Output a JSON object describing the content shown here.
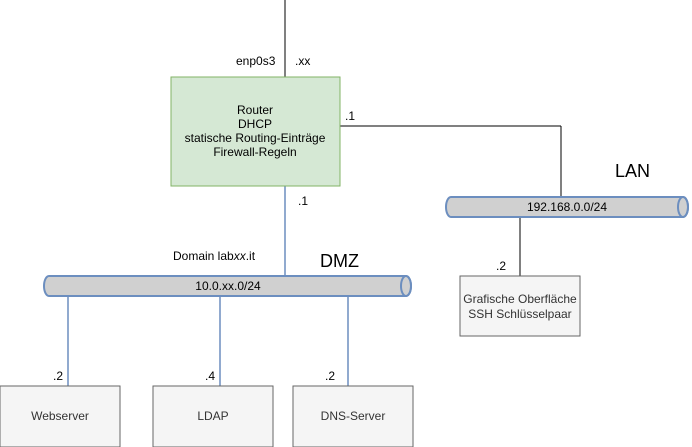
{
  "router": {
    "lines": [
      "Router",
      "DHCP",
      "statische Routing-Einträge",
      "Firewall-Regeln"
    ],
    "uplink_interface": "enp0s3",
    "uplink_address": ".xx",
    "lan_address": ".1",
    "dmz_address": ".1"
  },
  "lan": {
    "title": "LAN",
    "network": "192.168.0.0/24",
    "client_address": ".2",
    "client_lines": [
      "Grafische Oberfläche",
      "SSH Schlüsselpaar"
    ]
  },
  "dmz": {
    "title": "DMZ",
    "network": "10.0.xx.0/24",
    "domain_prefix": "Domain lab",
    "domain_var": "xx",
    "domain_suffix": ".it",
    "hosts": [
      {
        "address": ".2",
        "label": "Webserver"
      },
      {
        "address": ".4",
        "label": "LDAP"
      },
      {
        "address": ".2",
        "label": "DNS-Server"
      }
    ]
  },
  "colors": {
    "router_fill": "#d5e8d4",
    "router_stroke": "#82b366",
    "bus_fill": "#d0d0d0",
    "dmz_line": "#6c8ebf",
    "line": "#000000",
    "box_fill": "#f5f5f5",
    "box_stroke": "#666666"
  }
}
